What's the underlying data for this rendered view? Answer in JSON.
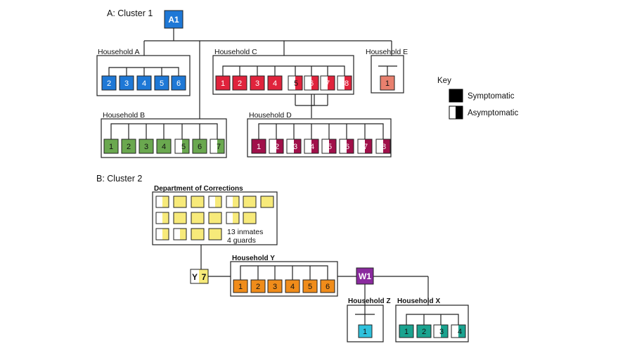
{
  "clusters": {
    "a": {
      "title": "A: Cluster 1",
      "index_case": "A1"
    },
    "b": {
      "title": "B: Cluster 2",
      "index_case": "W1"
    }
  },
  "households": {
    "a": {
      "label": "Household A",
      "members": [
        "2",
        "3",
        "4",
        "5",
        "6"
      ]
    },
    "b": {
      "label": "Household B",
      "members": [
        "1",
        "2",
        "3",
        "4",
        "5",
        "6",
        "7"
      ]
    },
    "c": {
      "label": "Household C",
      "members": [
        "1",
        "2",
        "3",
        "4",
        "5",
        "6",
        "7",
        "8"
      ]
    },
    "d": {
      "label": "Household D",
      "members": [
        "1",
        "2",
        "3",
        "4",
        "5",
        "6",
        "7",
        "8"
      ]
    },
    "e": {
      "label": "Household E",
      "members": [
        "1"
      ]
    },
    "y": {
      "label": "Household Y",
      "members": [
        "1",
        "2",
        "3",
        "4",
        "5",
        "6"
      ]
    },
    "z": {
      "label": "Household Z",
      "members": [
        "1"
      ]
    },
    "x": {
      "label": "Household X",
      "members": [
        "1",
        "2",
        "3",
        "4"
      ]
    }
  },
  "corrections": {
    "label": "Department of Corrections",
    "note_line1": "13 inmates",
    "note_line2": "4 guards"
  },
  "link_case": {
    "left": "Y",
    "right": "7"
  },
  "key": {
    "title": "Key",
    "symptomatic": "Symptomatic",
    "asymptomatic": "Asymptomatic"
  },
  "colors": {
    "cluster1_index": "#1e78d6",
    "household_a": "#1e78d6",
    "household_b": "#6aa84f",
    "household_c": "#e0233c",
    "household_d": "#a0104a",
    "household_e": "#e8806e",
    "corrections": "#f7ea7a",
    "household_y": "#f08c1a",
    "cluster2_index": "#8a2a9e",
    "household_z": "#2ec1dc",
    "household_x": "#1aa38f"
  }
}
